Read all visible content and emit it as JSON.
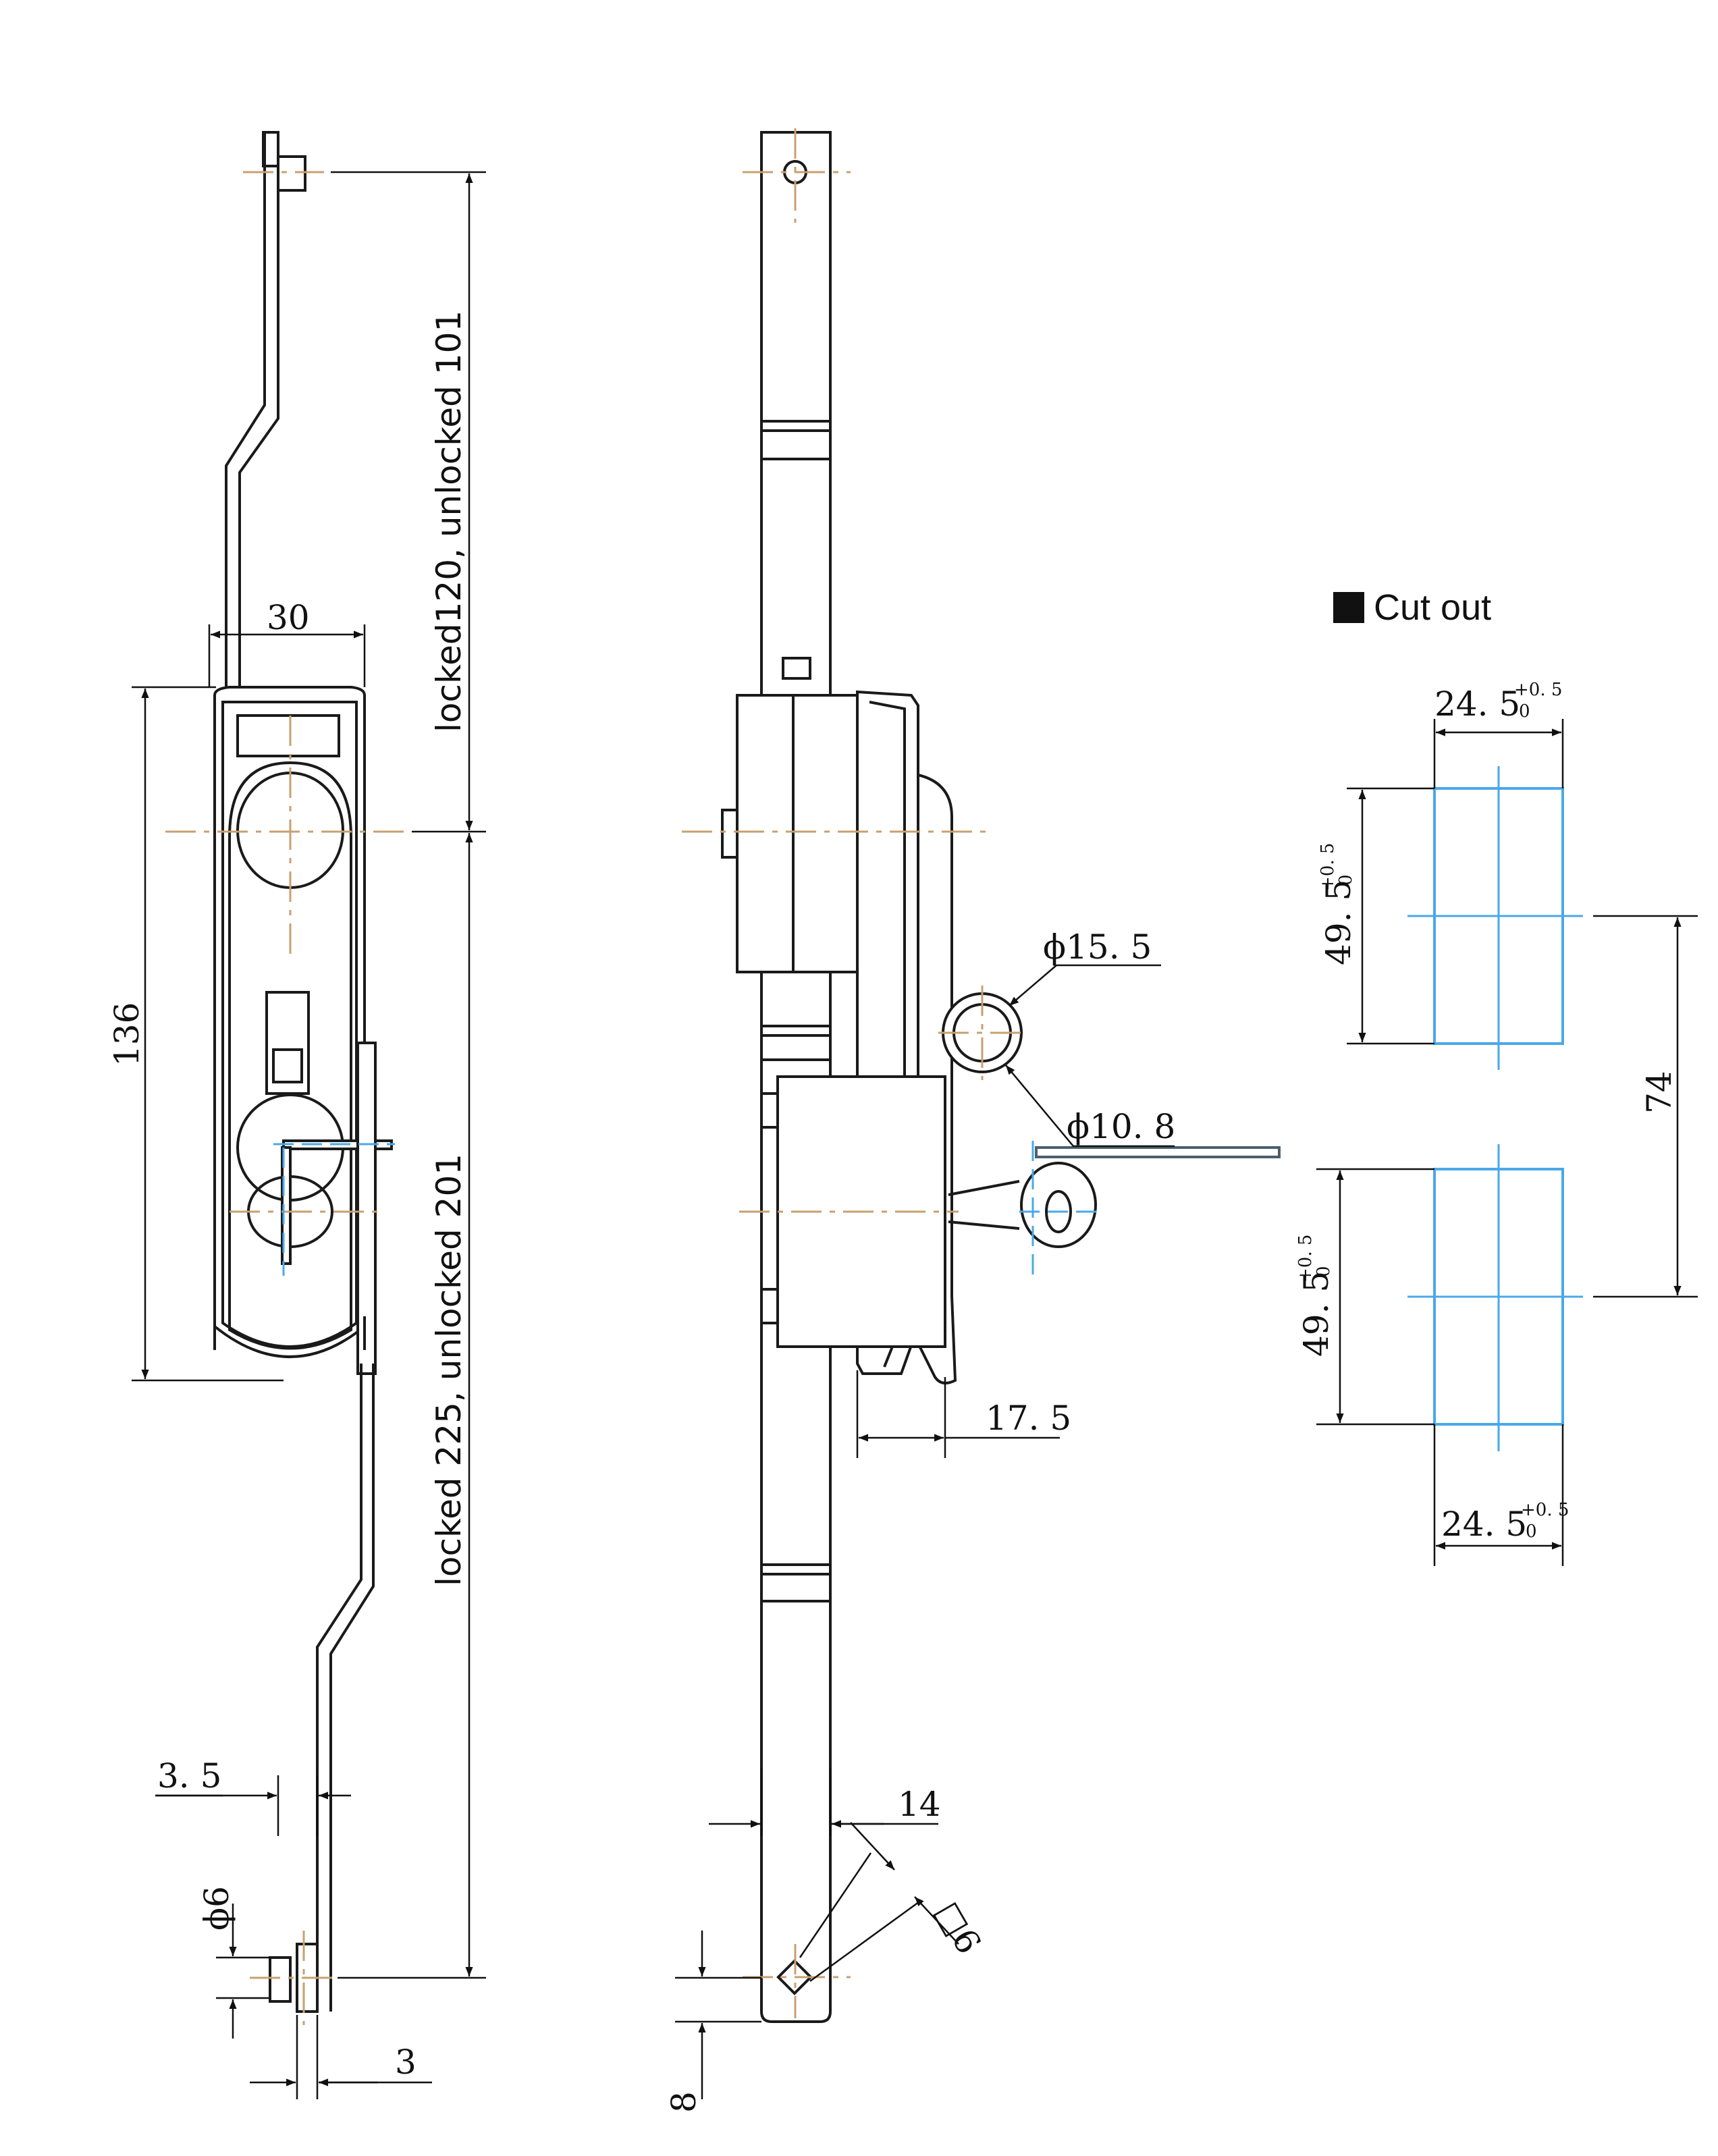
{
  "title": "Cut out",
  "colors": {
    "line": "#1a1a1a",
    "center": "#c8a070",
    "cut": "#4aa8e8"
  },
  "dims": {
    "width_30": "30",
    "height_136": "136",
    "upper_travel": "locked120, unlocked 101",
    "lower_travel": "locked 225, unlocked 201",
    "rod_3_5": "3. 5",
    "hole_6": "ϕ6",
    "rod_3": "3",
    "dia_15_5": "ϕ15. 5",
    "dia_10_8": "ϕ10. 8",
    "depth_17_5": "17. 5",
    "width_14": "14",
    "square_6": "□6",
    "end_8": "8"
  },
  "cutout": {
    "width_top": "24. 5",
    "width_bottom": "24. 5",
    "height_upper": "49. 5",
    "height_lower": "49. 5",
    "tol_plus": "+0. 5",
    "tol_zero": "0",
    "pitch": "74"
  }
}
